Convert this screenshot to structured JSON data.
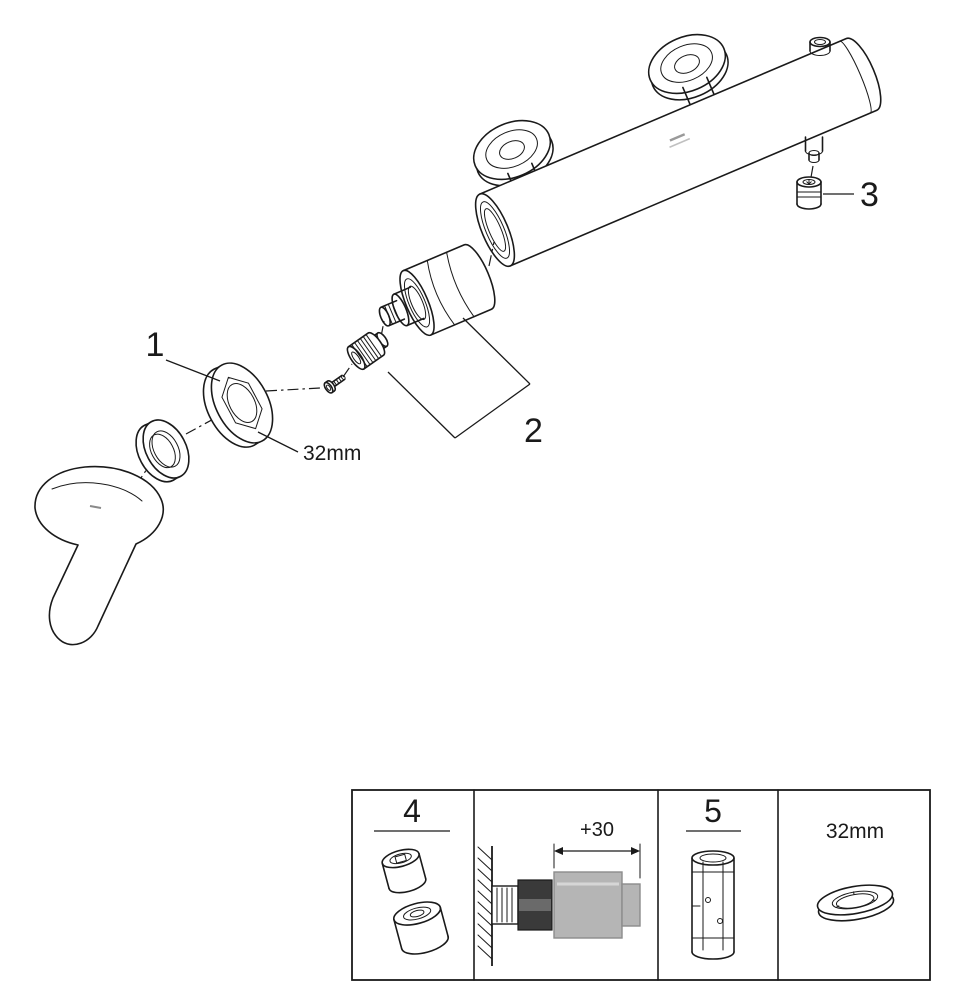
{
  "meta": {
    "background": "#ffffff",
    "ink": "#1a1a1a",
    "gray_part_color": "#b5b5b5",
    "dark_part_color": "#3a3a3a"
  },
  "callouts": {
    "part1_label": "1",
    "part2_label": "2",
    "part3_label": "3",
    "size_label": "32mm"
  },
  "panel": {
    "item4_label": "4",
    "item5_label": "5",
    "dimension_label": "+30",
    "size_label": "32mm"
  }
}
